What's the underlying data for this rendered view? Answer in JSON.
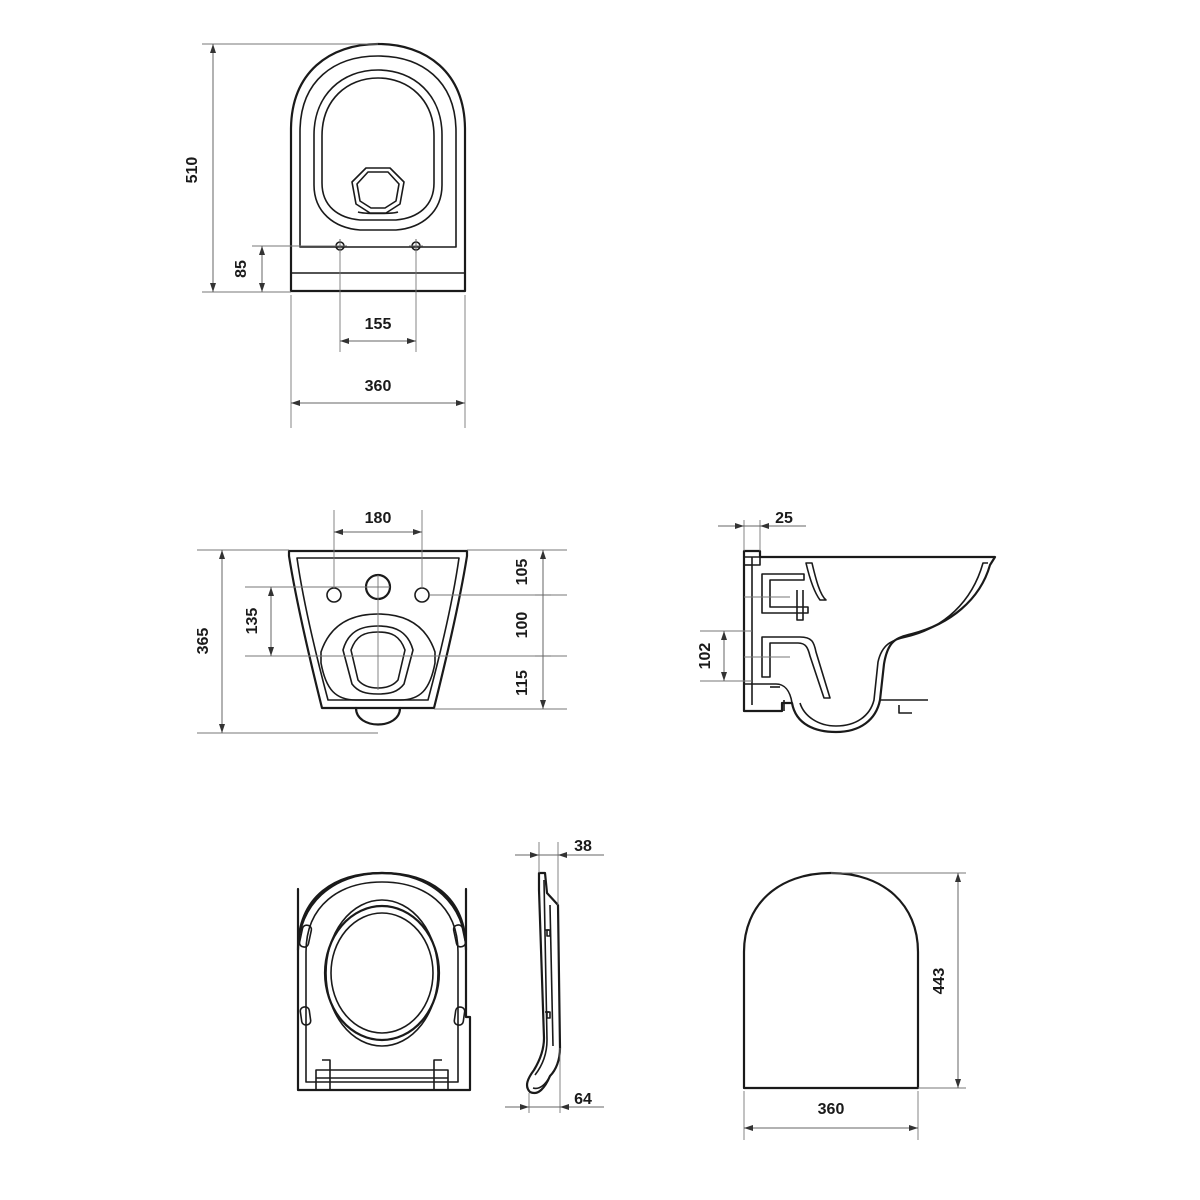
{
  "dimensions": {
    "top_view": {
      "length": "510",
      "hole_offset": "85",
      "hole_spacing": "155",
      "width": "360"
    },
    "rear_view": {
      "bolt_spacing": "180",
      "total_height": "365",
      "bolt_to_pipe": "135",
      "upper_gap": "105",
      "middle_gap": "100",
      "lower_gap": "115"
    },
    "side_view": {
      "wall_offset": "25",
      "outlet_height": "102"
    },
    "seat_side_view": {
      "top_thickness": "38",
      "bottom_thickness": "64"
    },
    "lid_view": {
      "height": "443",
      "width": "360"
    }
  }
}
